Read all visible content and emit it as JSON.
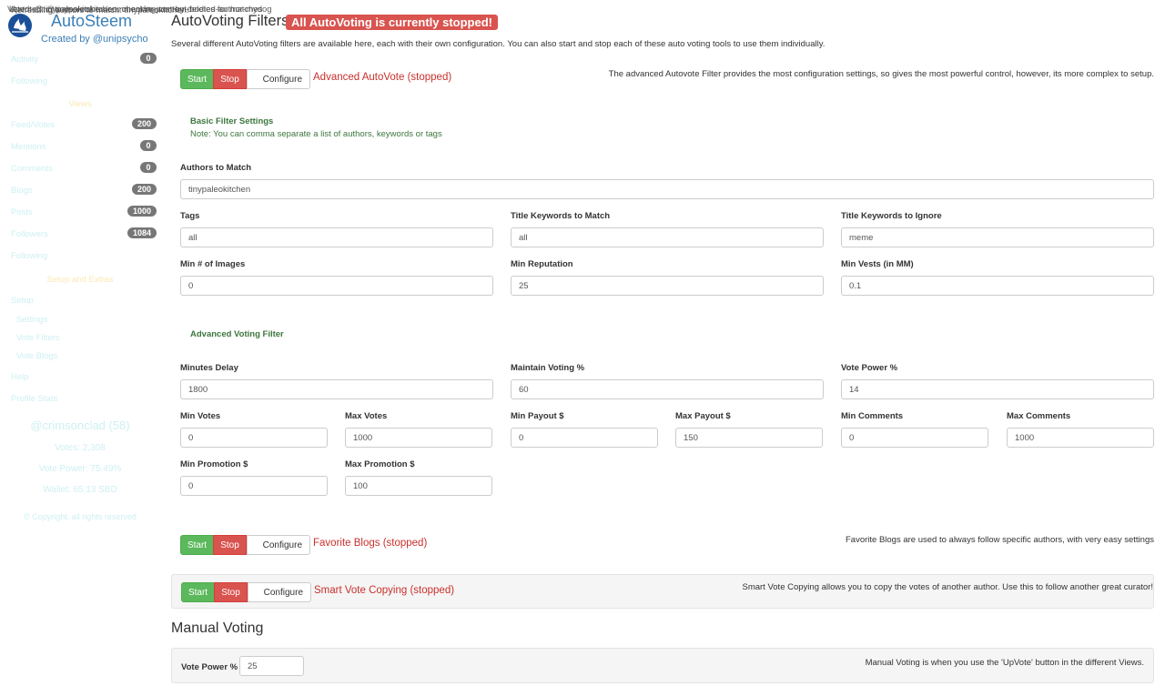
{
  "ticker": [
    "Voted: @tinypaleokitchen/comment/re-post-by-deleted-author-mydog",
    "Upvoted: @tinypaleokitchen, checking content-bodies for matches",
    "Refreshing authors to match: tinypaleokitchen."
  ],
  "sidebar": {
    "title": "AutoSteem",
    "subtitle": "Created by @unipsycho",
    "items": [
      {
        "label": "Activity",
        "badge": "0"
      },
      {
        "label": "Following",
        "badge": ""
      }
    ],
    "views_header": "Views",
    "view_items": [
      {
        "label": "Feed/Votes",
        "badge": "200"
      },
      {
        "label": "Mentions",
        "badge": "0"
      },
      {
        "label": "Comments",
        "badge": "0"
      },
      {
        "label": "Blogs",
        "badge": "200"
      },
      {
        "label": "Posts",
        "badge": "1000"
      },
      {
        "label": "Followers",
        "badge": "1084"
      },
      {
        "label": "Following",
        "badge": ""
      }
    ],
    "setup_header": "Setup and Extras",
    "setup_items": [
      {
        "label": "Setup",
        "sub": false
      },
      {
        "label": "Settings",
        "sub": true
      },
      {
        "label": "Vote Filters",
        "sub": true
      },
      {
        "label": "Vote Blogs",
        "sub": true
      },
      {
        "label": "Help",
        "sub": false
      },
      {
        "label": "Profile Stats",
        "sub": false
      }
    ],
    "user": "@crimsonclad (58)",
    "votes": "Votes: 2,308",
    "vote_power": "Vote Power: 75.49%",
    "wallet": "Wallet: 65.13 SBD",
    "copyright": "© Copyright, all rights reserved"
  },
  "main": {
    "title": "AutoVoting Filters",
    "alert": "All AutoVoting is currently stopped!",
    "description": "Several different AutoVoting filters are available here, each with their own configuration. You can also start and stop each of these auto voting tools to use them individually.",
    "buttons": {
      "start": "Start",
      "stop": "Stop",
      "configure": "Configure"
    },
    "advanced": {
      "status": "Advanced AutoVote (stopped)",
      "help": "The advanced Autovote Filter provides the most configuration settings, so gives the most powerful control, however, its more complex to setup."
    },
    "basic_header": "Basic Filter Settings",
    "basic_note": "Note: You can comma separate a list of authors, keywords or tags",
    "fields": {
      "authors": {
        "label": "Authors to Match",
        "value": "tinypaleokitchen"
      },
      "tags": {
        "label": "Tags",
        "value": "all"
      },
      "title_match": {
        "label": "Title Keywords to Match",
        "value": "all"
      },
      "title_ignore": {
        "label": "Title Keywords to Ignore",
        "value": "meme"
      },
      "min_images": {
        "label": "Min # of Images",
        "value": "0"
      },
      "min_rep": {
        "label": "Min Reputation",
        "value": "25"
      },
      "min_vests": {
        "label": "Min Vests (in MM)",
        "value": "0.1"
      },
      "minutes_delay": {
        "label": "Minutes Delay",
        "value": "1800"
      },
      "maintain_voting": {
        "label": "Maintain Voting %",
        "value": "60"
      },
      "vote_power": {
        "label": "Vote Power %",
        "value": "14"
      },
      "min_votes": {
        "label": "Min Votes",
        "value": "0"
      },
      "max_votes": {
        "label": "Max Votes",
        "value": "1000"
      },
      "min_payout": {
        "label": "Min Payout $",
        "value": "0"
      },
      "max_payout": {
        "label": "Max Payout $",
        "value": "150"
      },
      "min_comments": {
        "label": "Min Comments",
        "value": "0"
      },
      "max_comments": {
        "label": "Max Comments",
        "value": "1000"
      },
      "min_promotion": {
        "label": "Min Promotion $",
        "value": "0"
      },
      "max_promotion": {
        "label": "Max Promotion $",
        "value": "100"
      }
    },
    "advanced_header": "Advanced Voting Filter",
    "favorite": {
      "status": "Favorite Blogs (stopped)",
      "help": "Favorite Blogs are used to always follow specific authors, with very easy settings"
    },
    "smart": {
      "status": "Smart Vote Copying (stopped)",
      "help": "Smart Vote Copying allows you to copy the votes of another author. Use this to follow another great curator!"
    },
    "manual": {
      "title": "Manual Voting",
      "label": "Vote Power %",
      "value": "25",
      "help": "Manual Voting is when you use the 'UpVote' button in the different Views."
    }
  }
}
